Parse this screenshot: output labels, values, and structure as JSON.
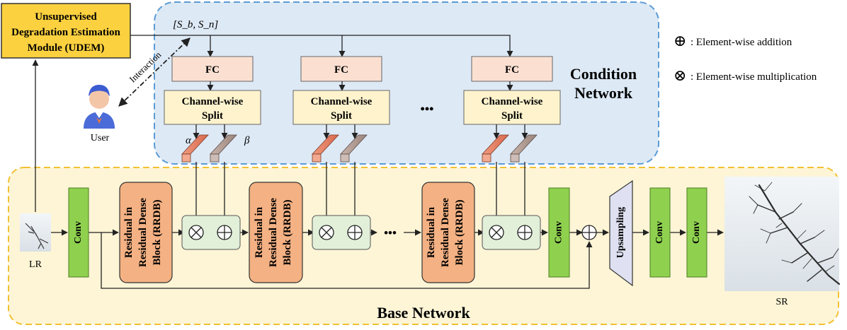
{
  "udem": {
    "line1": "Unsupervised",
    "line2": "Degradation Estimation",
    "line3": "Module (UDEM)"
  },
  "condition_input": "[S_b, S_n]",
  "interaction_label": "Interaction",
  "user_label": "User",
  "fc_label": "FC",
  "split": {
    "line1": "Channel-wise",
    "line2": "Split"
  },
  "alpha_label": "α",
  "beta_label": "β",
  "ellipsis": "•••",
  "condition_network": {
    "line1": "Condition",
    "line2": "Network"
  },
  "legend": {
    "addition_symbol": "⊕",
    "addition_text": ": Element-wise addition",
    "multiplication_symbol": "⊗",
    "multiplication_text": ": Element-wise multiplication"
  },
  "lr_label": "LR",
  "sr_label": "SR",
  "conv_label": "Conv",
  "rrdb": {
    "line1": "Residual in",
    "line2": "Residual Dense",
    "line3": "Block (RRDB)"
  },
  "upsampling_label": "Upsampling",
  "base_network_label": "Base Network",
  "colors": {
    "udem_fill": "#fcd13f",
    "condition_bg": "#dde9f5",
    "condition_border": "#5b9bd5",
    "base_bg": "#fdf5d6",
    "base_border": "#f2c132",
    "fc_fill": "#fbe0d2",
    "split_fill": "#fef3cd",
    "conv_fill": "#8fd14f",
    "rrdb_fill": "#f4b183",
    "fusion_fill": "#e2f0d9",
    "upsample_fill": "#dfe1f2",
    "alpha_bar": "#e8806a",
    "beta_bar": "#b6a19a"
  }
}
